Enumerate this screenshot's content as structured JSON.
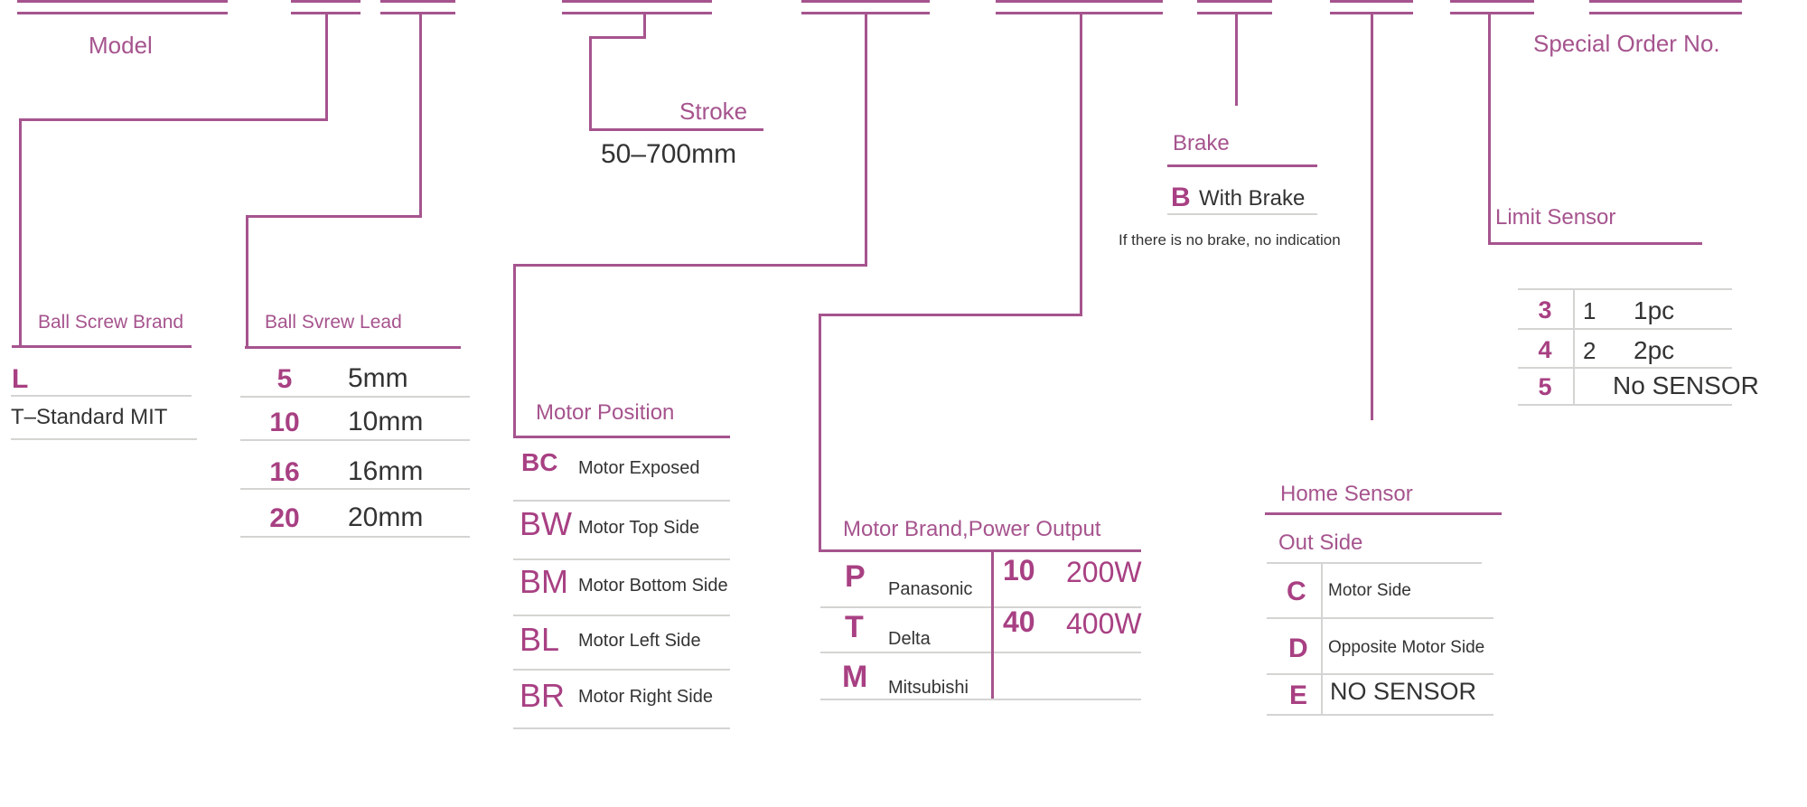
{
  "colors": {
    "accent": "#a6548e",
    "accent_bold": "#a84083",
    "dark_text": "#333333",
    "gray_line": "#d4d4d2"
  },
  "model": {
    "label": "Model"
  },
  "ball_screw_brand": {
    "label": "Ball Screw Brand",
    "code": "L",
    "desc": "T–Standard MIT"
  },
  "ball_screw_lead": {
    "label": "Ball Svrew Lead",
    "rows": [
      {
        "code": "5",
        "value": "5mm"
      },
      {
        "code": "10",
        "value": "10mm"
      },
      {
        "code": "16",
        "value": "16mm"
      },
      {
        "code": "20",
        "value": "20mm"
      }
    ]
  },
  "stroke": {
    "label": "Stroke",
    "range": "50–700mm"
  },
  "motor_position": {
    "label": "Motor Position",
    "rows": [
      {
        "code": "BC",
        "value": "Motor Exposed"
      },
      {
        "code": "BW",
        "value": "Motor Top Side"
      },
      {
        "code": "BM",
        "value": "Motor Bottom Side"
      },
      {
        "code": "BL",
        "value": "Motor Left Side"
      },
      {
        "code": "BR",
        "value": "Motor Right Side"
      }
    ]
  },
  "motor_brand_power": {
    "label": "Motor Brand,Power Output",
    "brands": [
      {
        "code": "P",
        "value": "Panasonic"
      },
      {
        "code": "T",
        "value": "Delta"
      },
      {
        "code": "M",
        "value": "Mitsubishi"
      }
    ],
    "powers": [
      {
        "code": "10",
        "value": "200W"
      },
      {
        "code": "40",
        "value": "400W"
      }
    ]
  },
  "brake": {
    "label": "Brake",
    "code": "B",
    "desc": "With Brake",
    "note": "If there is no brake, no indication"
  },
  "home_sensor": {
    "label": "Home Sensor",
    "sublabel": "Out Side",
    "rows": [
      {
        "code": "C",
        "value": "Motor Side"
      },
      {
        "code": "D",
        "value": "Opposite Motor Side"
      },
      {
        "code": "E",
        "value": "NO SENSOR"
      }
    ]
  },
  "limit_sensor": {
    "label": "Limit Sensor",
    "rows": [
      {
        "code": "3",
        "qty": "1",
        "value": "1pc"
      },
      {
        "code": "4",
        "qty": "2",
        "value": "2pc"
      },
      {
        "code": "5",
        "qty": "",
        "value": "No SENSOR"
      }
    ]
  },
  "special_order": {
    "label": "Special Order No."
  }
}
